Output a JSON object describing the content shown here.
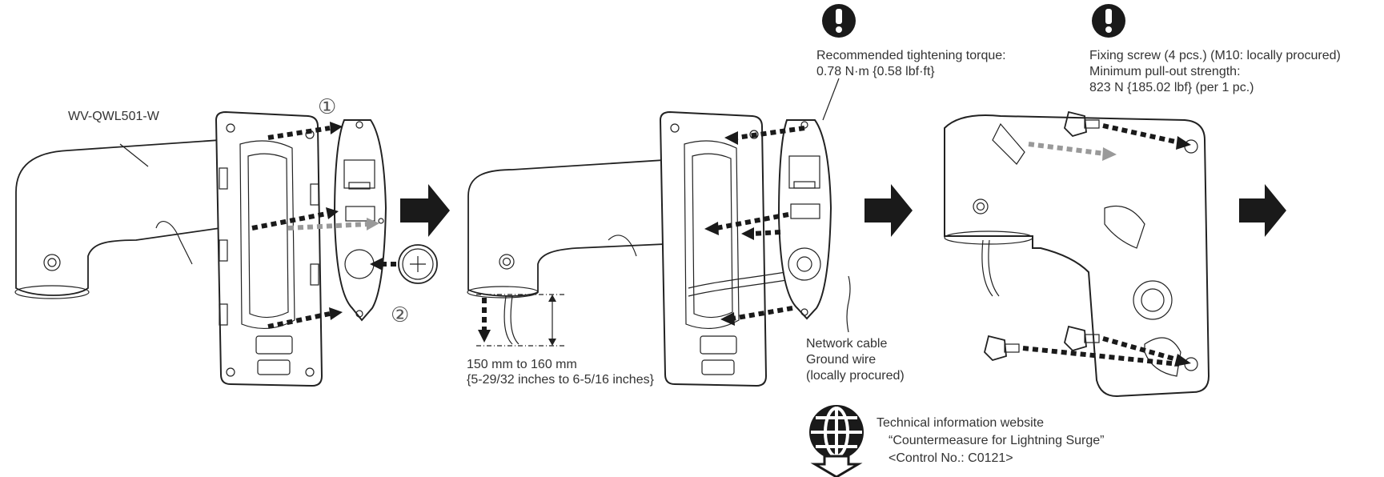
{
  "labels": {
    "model": "WV-QWL501-W",
    "step_one": "①",
    "step_two": "②",
    "cable_length_1": "150 mm to 160 mm",
    "cable_length_2": "{5-29/32 inches to 6-5/16 inches}",
    "torque_1": "Recommended tightening torque:",
    "torque_2": "0.78 N·m {0.58 lbf·ft}",
    "cable_1": "Network cable",
    "cable_2": "Ground wire",
    "cable_3": "(locally procured)",
    "fixing_1": "Fixing screw (4 pcs.) (M10: locally procured)",
    "fixing_2": "Minimum pull-out strength:",
    "fixing_3": "823 N {185.02 lbf} (per 1 pc.)",
    "website_1": "Technical information website",
    "website_2": "“Countermeasure for Lightning Surge”",
    "website_3": "<Control No.: C0121>"
  },
  "icons": {
    "caution": "caution-icon",
    "globe": "globe-download-icon",
    "arrow": "next-step-arrow-icon"
  },
  "colors": {
    "line": "#222222",
    "text": "#333333",
    "gray_arrow": "#999999"
  }
}
